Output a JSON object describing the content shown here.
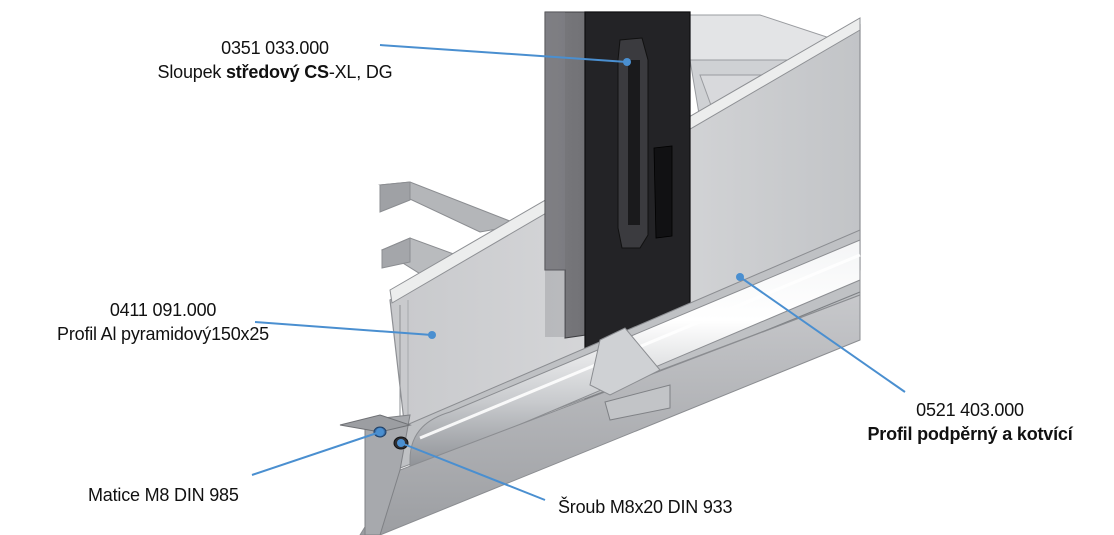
{
  "callouts": {
    "sloupek": {
      "code": "0351 033.000",
      "name_prefix": "Sloupek ",
      "name_bold": "středový CS",
      "name_suffix": "-XL, DG"
    },
    "profil_pyramid": {
      "code": "0411 091.000",
      "name": "Profil Al pyramidový150x25"
    },
    "profil_podperny": {
      "code": "0521 403.000",
      "name": "Profil podpěrný a kotvící"
    },
    "matice": {
      "name": "Matice M8 DIN 985"
    },
    "sroub": {
      "name": "Šroub M8x20 DIN 933"
    }
  },
  "colors": {
    "leader_line": "#4a8fd0",
    "text": "#111111",
    "post_dark": "#1f1f21",
    "post_grey": "#707074",
    "aluminium_light": "#d9dadc",
    "aluminium_mid": "#b8babd"
  }
}
